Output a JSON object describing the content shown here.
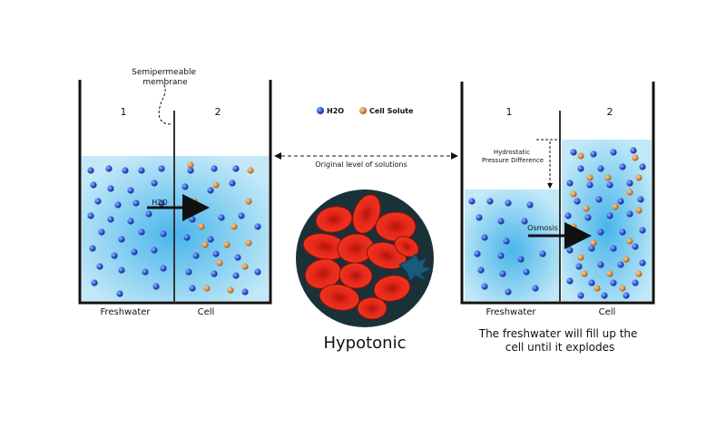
{
  "labels": {
    "membrane": [
      "Semipermeable",
      "membrane"
    ],
    "left_section_1": "1",
    "left_section_2": "2",
    "right_section_1": "1",
    "right_section_2": "2",
    "legend_water": "H2O",
    "legend_solute": "Cell Solute",
    "original_level": "Original level of solutions",
    "hydrostatic": [
      "Hydrostatic",
      "Pressure Difference"
    ],
    "arrow_h2o": "H2O",
    "arrow_osmosis": "Osmosis",
    "left_freshwater": "Freshwater",
    "left_cell": "Cell",
    "right_freshwater": "Freshwater",
    "right_cell": "Cell",
    "title": "Hypotonic",
    "caption": [
      "The freshwater will fill up the",
      "cell until it explodes"
    ]
  },
  "colors": {
    "water_molecule": "#2f57d6",
    "solute_molecule": "#d9924a",
    "solution_light": "#bfe7f8",
    "solution_dark": "#49b5ea",
    "cell_red": "#e8291c",
    "cell_dark_red": "#a8120a",
    "disc_background": "#1b3138",
    "burst_blue": "#1a5a7a"
  },
  "icons": [
    "water-molecule-icon",
    "solute-molecule-icon",
    "red-blood-cell-icon"
  ]
}
